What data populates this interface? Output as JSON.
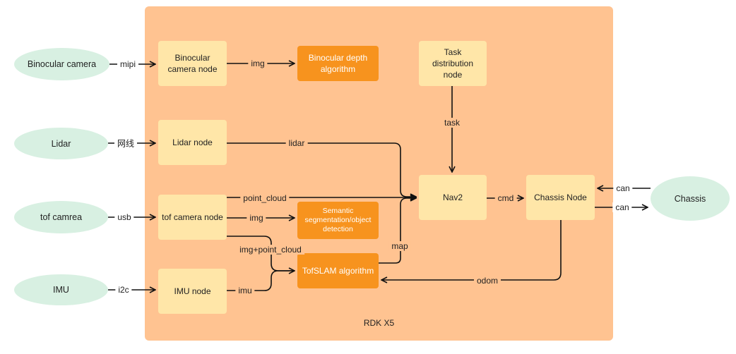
{
  "frame_label": "RDK X5",
  "external": {
    "binocular_camera": "Binocular camera",
    "lidar": "Lidar",
    "tof_camera": "tof camrea",
    "imu": "IMU",
    "chassis": "Chassis"
  },
  "nodes": {
    "binocular_camera_node": "Binocular\ncamera node",
    "lidar_node": "Lidar node",
    "tof_camera_node": "tof camera node",
    "imu_node": "IMU node",
    "task_distribution_node": "Task\ndistribution\nnode",
    "nav2": "Nav2",
    "chassis_node": "Chassis Node"
  },
  "algorithms": {
    "binocular_depth": "Binocular depth\nalgorithm",
    "semantic_segmentation": "Semantic\nsegmentation/object\ndetection",
    "tofslam": "TofSLAM algorithm"
  },
  "edges": {
    "mipi": "mipi",
    "wangxian": "网线",
    "usb": "usb",
    "i2c": "i2c",
    "img_binocular": "img",
    "lidar": "lidar",
    "point_cloud": "point_cloud",
    "img_tof": "img",
    "img_point_cloud": "img+point_cloud",
    "imu": "imu",
    "map": "map",
    "task": "task",
    "cmd": "cmd",
    "odom": "odom",
    "can_in": "can",
    "can_out": "can"
  },
  "colors": {
    "frame": "#ffc391",
    "node": "#ffe6a8",
    "algorithm": "#f7931e",
    "external": "#d8f0e2"
  }
}
